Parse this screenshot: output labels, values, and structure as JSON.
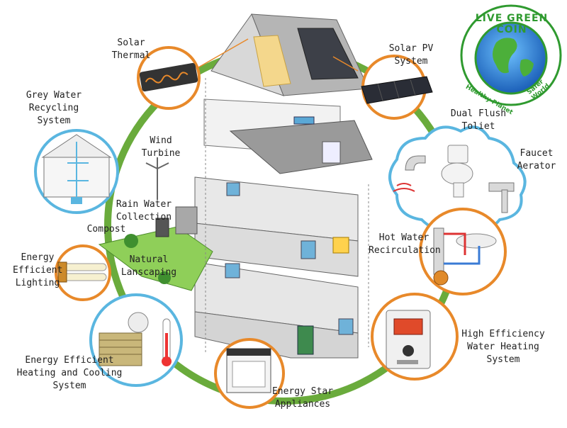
{
  "labels": {
    "solar_thermal": "Solar\nThermal",
    "solar_pv": "Solar PV\nSystem",
    "grey_water": "Grey Water\nRecycling\nSystem",
    "wind_turbine": "Wind\nTurbine",
    "dual_flush": "Dual Flush\nToliet",
    "faucet_aerator": "Faucet\nAerator",
    "rain_water": "Rain Water\nCollection",
    "compost": "Compost",
    "natural_landscaping": "Natural\nLanscaping",
    "energy_lighting": "Energy\nEfficient\nLighting",
    "hot_water_recirc": "Hot Water\nRecirculation",
    "heating_cooling": "Energy Efficient\nHeating and Cooling\nSystem",
    "energy_star": "Energy Star\nAppliances",
    "water_heating": "High Efficiency\nWater Heating\nSystem"
  },
  "logo": {
    "title": "LIVE GREEN COIN",
    "tagline_left": "Healthy Planet",
    "tagline_right": "Safer World"
  },
  "colors": {
    "ring_green": "#6aab3c",
    "callout_orange": "#e8892a",
    "callout_blue": "#5ab6e0",
    "logo_green": "#2f9a2f"
  }
}
